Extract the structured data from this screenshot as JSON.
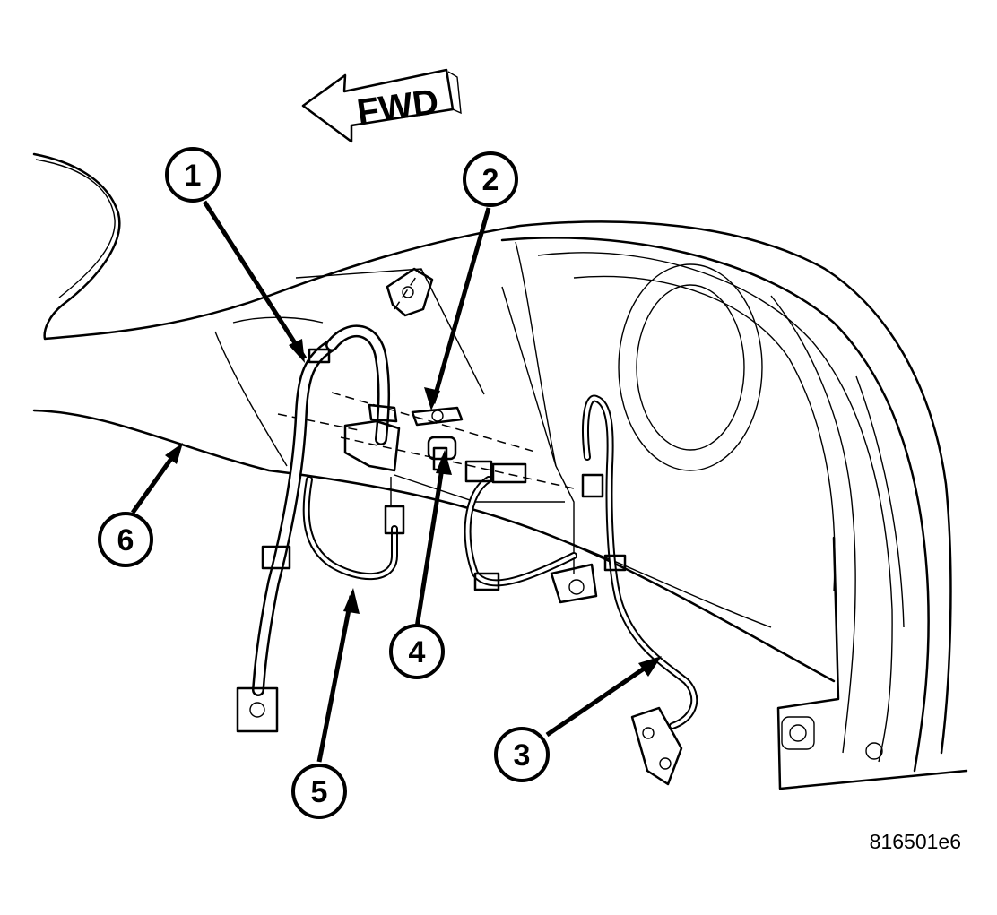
{
  "direction_label": "FWD",
  "figure_id": "816501e6",
  "callouts": [
    {
      "id": "callout-1",
      "label": "1"
    },
    {
      "id": "callout-2",
      "label": "2"
    },
    {
      "id": "callout-3",
      "label": "3"
    },
    {
      "id": "callout-4",
      "label": "4"
    },
    {
      "id": "callout-5",
      "label": "5"
    },
    {
      "id": "callout-6",
      "label": "6"
    }
  ]
}
